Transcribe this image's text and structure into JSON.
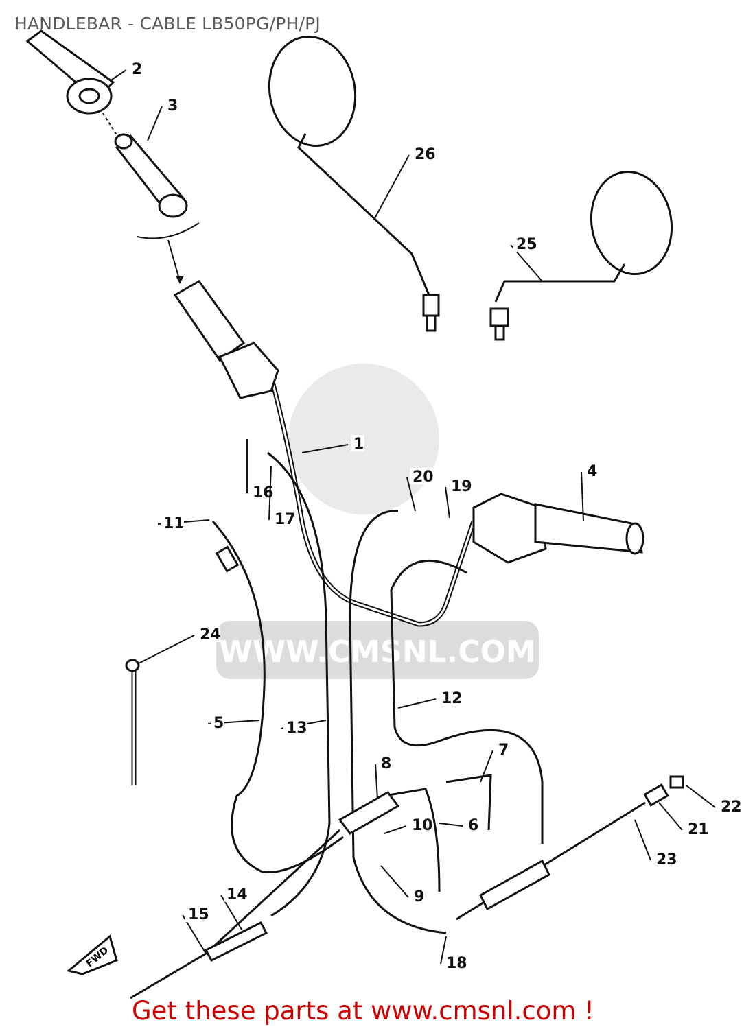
{
  "title": "HANDLEBAR - CABLE LB50PG/PH/PJ",
  "footer": "Get these parts at www.cmsnl.com !",
  "watermark": "WWW.CMSNL.COM",
  "colors": {
    "footer": "#cc0000",
    "title": "#5a5a5a",
    "watermark": "#dcdcdc"
  },
  "callouts": [
    "1",
    "2",
    "3",
    "4",
    "5",
    "6",
    "7",
    "8",
    "9",
    "10",
    "11",
    "12",
    "13",
    "14",
    "15",
    "16",
    "17",
    "18",
    "19",
    "20",
    "21",
    "22",
    "23",
    "24",
    "25",
    "26"
  ],
  "fwd_label": "FWD"
}
